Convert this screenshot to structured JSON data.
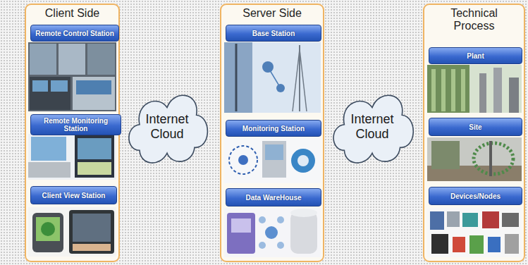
{
  "diagram": {
    "nodes": [
      {
        "text": [
          "Client Side"
        ]
      },
      {
        "text": [
          "Remote Control Station"
        ],
        "in": 0
      },
      {
        "text": [
          "Remote Monitoring Station"
        ],
        "in": 0
      },
      {
        "text": [
          "Client View Station"
        ],
        "in": 0
      },
      {
        "text": [
          "Internet Cloud"
        ]
      },
      {
        "text": [
          "Server Side"
        ]
      },
      {
        "text": [
          "Base Station"
        ],
        "in": 5
      },
      {
        "text": [
          "Monitoring Station"
        ],
        "in": 5
      },
      {
        "text": [
          "Data WareHouse"
        ],
        "in": 5
      },
      {
        "text": [
          "Internet Cloud"
        ]
      },
      {
        "text": [
          "Technical Process"
        ]
      },
      {
        "text": [
          "Plant"
        ],
        "in": 10
      },
      {
        "text": [
          "Site"
        ],
        "in": 10
      },
      {
        "text": [
          "Devices/Nodes"
        ],
        "in": 10
      }
    ]
  }
}
